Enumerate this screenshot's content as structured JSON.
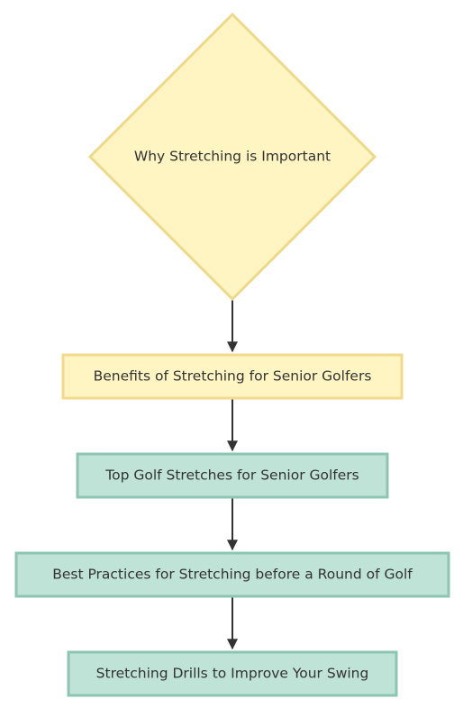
{
  "nodes": [
    {
      "id": "why",
      "shape": "diamond",
      "label": "Why Stretching is Important",
      "fill": "#FFF5C3",
      "stroke": "#EDD98A"
    },
    {
      "id": "benefits",
      "shape": "rect",
      "label": "Benefits of Stretching for Senior Golfers",
      "fill": "#FFF5C3",
      "stroke": "#F2D98C"
    },
    {
      "id": "top",
      "shape": "rect",
      "label": "Top Golf Stretches for Senior Golfers",
      "fill": "#BFE3D6",
      "stroke": "#8CC6B3"
    },
    {
      "id": "best",
      "shape": "rect",
      "label": "Best Practices for Stretching before a Round of Golf",
      "fill": "#BFE3D6",
      "stroke": "#8CC6B3"
    },
    {
      "id": "drills",
      "shape": "rect",
      "label": "Stretching Drills to Improve Your Swing",
      "fill": "#BFE3D6",
      "stroke": "#8CC6B3"
    }
  ],
  "edges": [
    {
      "from": "why",
      "to": "benefits"
    },
    {
      "from": "benefits",
      "to": "top"
    },
    {
      "from": "top",
      "to": "best"
    },
    {
      "from": "best",
      "to": "drills"
    }
  ],
  "edge_color": "#333333"
}
